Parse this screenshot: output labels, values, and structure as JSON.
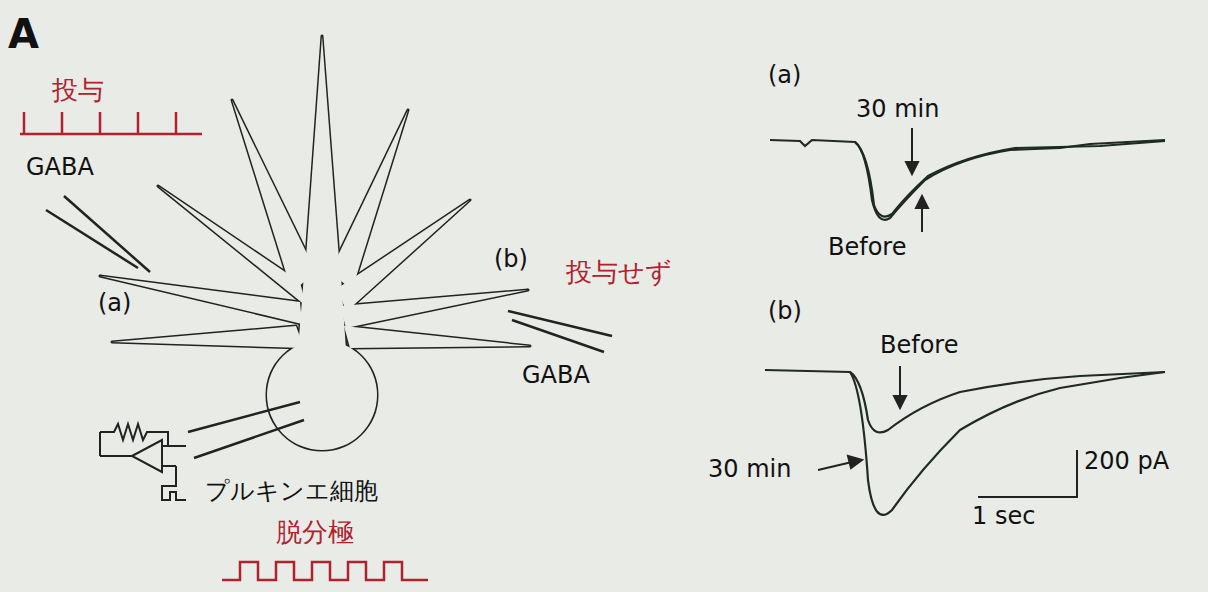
{
  "diagram": {
    "labels": [
      "A",
      "投与",
      "GABA",
      "(a)",
      "(b)",
      "投与せず",
      "GABA",
      "プルキンエ細胞",
      "脱分極",
      "(a)",
      "30 min",
      "Before",
      "(b)",
      "Before",
      "30 min",
      "200 pA",
      "1 sec"
    ]
  }
}
